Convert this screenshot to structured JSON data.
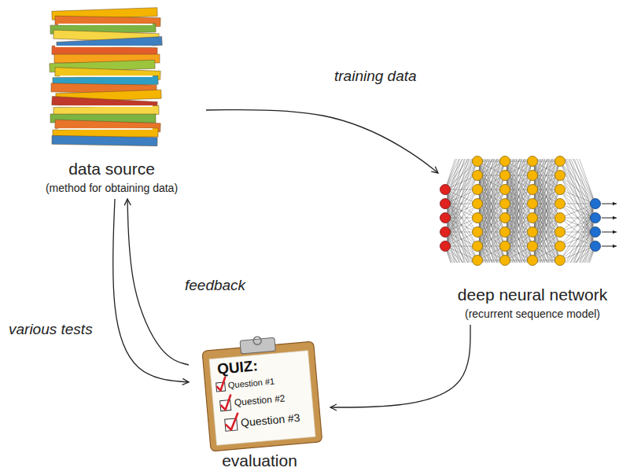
{
  "diagram": {
    "nodes": [
      {
        "text": [
          "data source",
          "(method for obtaining data)"
        ]
      },
      {
        "text": [
          "deep neural network",
          "(recurrent sequence model)"
        ]
      },
      {
        "text": [
          "evaluation"
        ]
      }
    ],
    "edges": [
      {
        "from": 0,
        "to": 1,
        "label": "training data",
        "arrow": "to"
      },
      {
        "from": 1,
        "to": 2,
        "arrow": "to"
      },
      {
        "from": 0,
        "to": 2,
        "label": "various tests",
        "arrow": "to"
      },
      {
        "from": 2,
        "to": 0,
        "label": "feedback",
        "arrow": "to"
      }
    ],
    "labels": [
      "QUIZ:",
      "Question #1",
      "Question #2",
      "Question #3"
    ]
  }
}
